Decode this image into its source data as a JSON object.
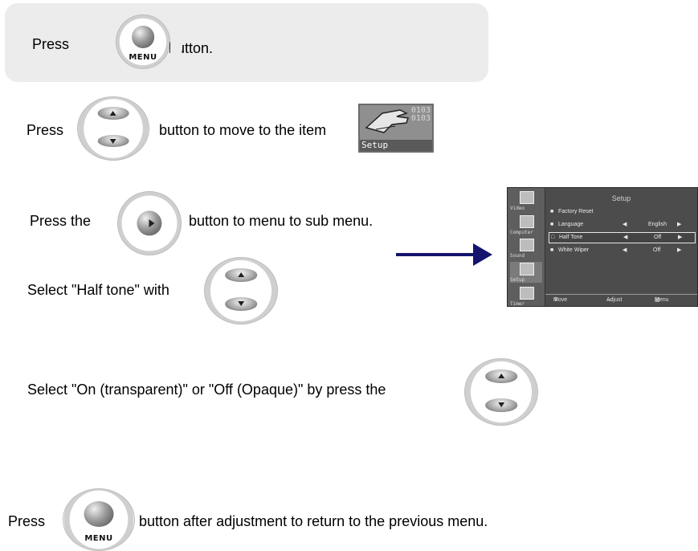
{
  "steps": {
    "step1": {
      "prefix": "Press",
      "suffix": "button.",
      "button": "MENU"
    },
    "step2": {
      "prefix": "Press",
      "suffix": "button to move to the item"
    },
    "step3": {
      "prefix": "Press the",
      "suffix": "button to menu to sub menu."
    },
    "step4": {
      "prefix": "Select \"Half tone\" with"
    },
    "step5": {
      "prefix": "Select \"On (transparent)\" or \"Off (Opaque)\" by press  the"
    },
    "step6": {
      "prefix": "Press",
      "suffix": "button after adjustment to return to the previous menu.",
      "button": "MENU"
    }
  },
  "setup_item": {
    "label": "Setup",
    "digits1": "0103",
    "digits2": "0103"
  },
  "osd": {
    "title": "Setup",
    "sidebar": [
      {
        "label": "Video",
        "icon": "video-icon"
      },
      {
        "label": "Computer",
        "icon": "computer-icon"
      },
      {
        "label": "Sound",
        "icon": "sound-icon"
      },
      {
        "label": "Setup",
        "icon": "setup-icon"
      },
      {
        "label": "Timer",
        "icon": "timer-icon"
      }
    ],
    "rows": [
      {
        "label": "Factory Reset",
        "value": ""
      },
      {
        "label": "Language",
        "value": "English"
      },
      {
        "label": "Half Tone",
        "value": "Off"
      },
      {
        "label": "White Wiper",
        "value": "Off"
      }
    ],
    "footer": {
      "move": "Move",
      "adjust": "Adjust",
      "menu": "Menu"
    }
  }
}
